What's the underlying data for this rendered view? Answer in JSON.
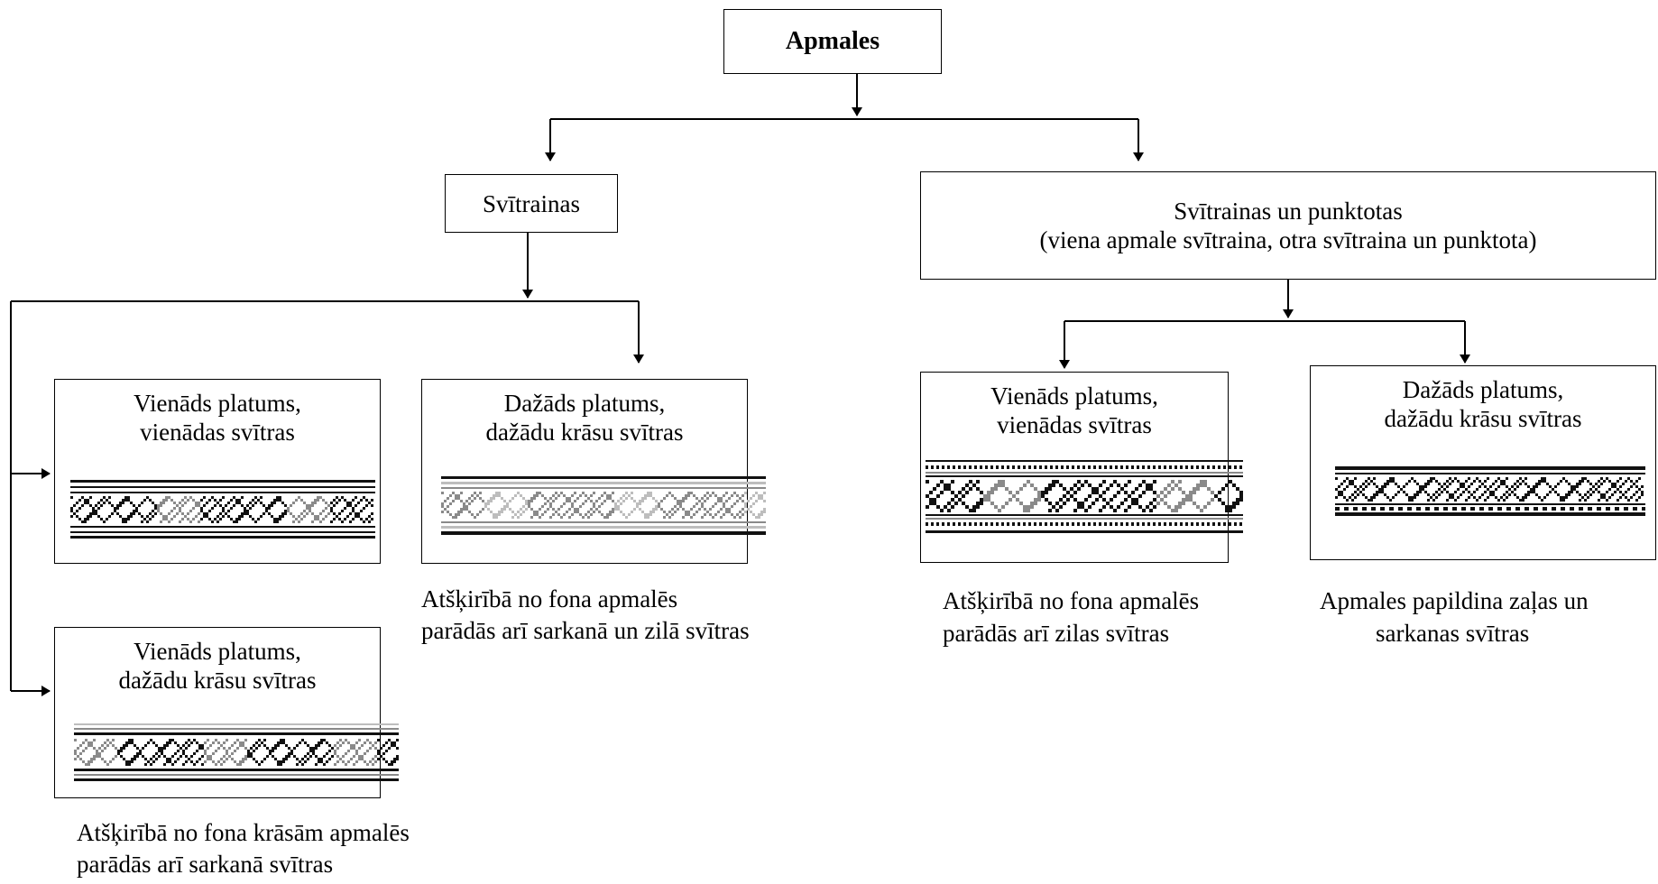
{
  "colors": {
    "line": "#000000",
    "pattern_dark": "#111111",
    "pattern_gray": "#8a8a8a",
    "pattern_light": "#bdbdbd"
  },
  "root": {
    "title": "Apmales"
  },
  "left_branch": {
    "title": "Svītrainas",
    "items": [
      {
        "title_l1": "Vienāds platums,",
        "title_l2": "vienādas svītras",
        "pattern": "black-white-band"
      },
      {
        "title_l1": "Dažāds platums,",
        "title_l2": "dažādu krāsu svītras",
        "pattern": "gray-band",
        "caption_l1": "Atšķirībā no fona apmalēs",
        "caption_l2": "parādās arī sarkanā un zilā svītras"
      },
      {
        "title_l1": "Vienāds platums,",
        "title_l2": "dažādu krāsu svītras",
        "pattern": "mixed-gray-band",
        "caption_l1": "Atšķirībā no fona krāsām apmalēs",
        "caption_l2": "parādās arī sarkanā svītras"
      }
    ]
  },
  "right_branch": {
    "title_l1": "Svītrainas un punktotas",
    "title_l2": "(viena apmale svītraina, otra svītraina un punktota)",
    "items": [
      {
        "title_l1": "Vienāds platums,",
        "title_l2": "vienādas svītras",
        "pattern": "dotted-striped-band",
        "caption_l1": "Atšķirībā no fona apmalēs",
        "caption_l2": "parādās arī zilas svītras"
      },
      {
        "title_l1": "Dažāds platums,",
        "title_l2": "dažādu krāsu svītras",
        "pattern": "black-dotted-band",
        "caption_l1": "Apmales papildina zaļas un",
        "caption_l2": "sarkanas svītras"
      }
    ]
  }
}
